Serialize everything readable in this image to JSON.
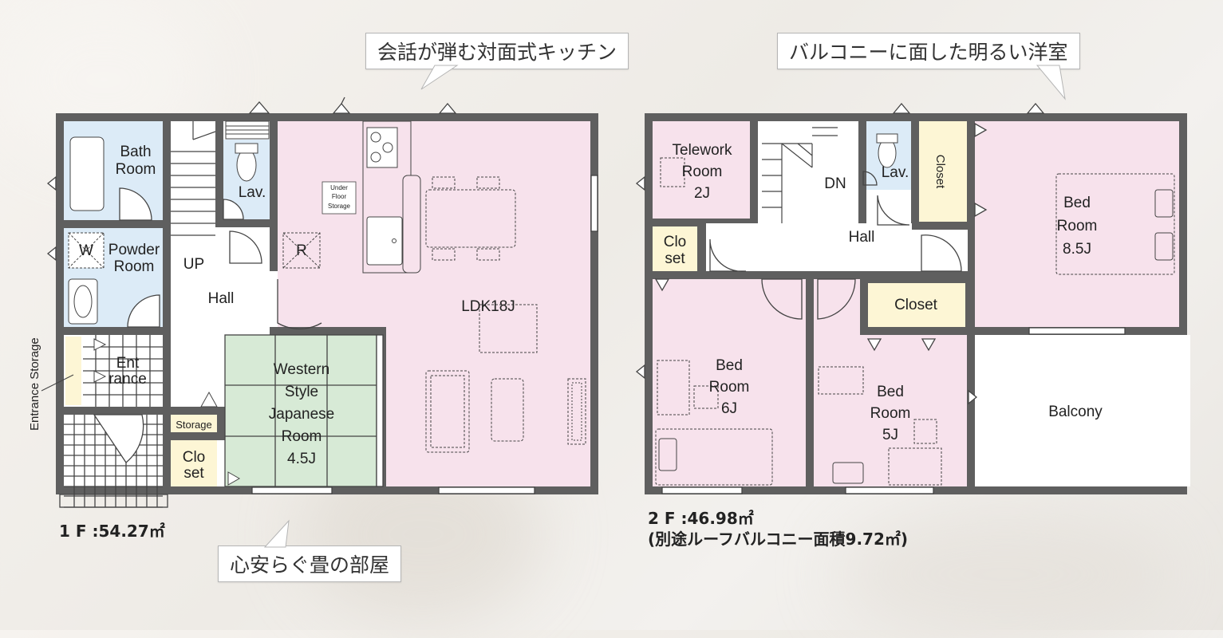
{
  "callouts": {
    "kitchen": "会話が弾む対面式キッチン",
    "bedroom": "バルコニーに面した明るい洋室",
    "tatami": "心安らぐ畳の部屋"
  },
  "floor1": {
    "area": "1 F :54.27㎡",
    "rooms": {
      "bath": [
        "Bath",
        "Room"
      ],
      "powder": [
        "Powder",
        "Room"
      ],
      "washer": "W",
      "lav": "Lav.",
      "up": "UP",
      "hall": "Hall",
      "under_floor": [
        "Under",
        "Floor",
        "Storage"
      ],
      "fridge": "R",
      "ldk": "LDK18J",
      "entrance": [
        "Ent",
        "rance"
      ],
      "entrance_storage": "Entrance Storage",
      "storage": "Storage",
      "closet": [
        "Clo",
        "set"
      ],
      "japanese": [
        "Western",
        "Style",
        "Japanese",
        "Room",
        "4.5J"
      ]
    }
  },
  "floor2": {
    "area_line1": "2 F :46.98㎡",
    "area_line2": "(別途ルーフバルコニー面積9.72㎡)",
    "rooms": {
      "telework": [
        "Telework",
        "Room",
        "2J"
      ],
      "dn": "DN",
      "lav": "Lav.",
      "hall": "Hall",
      "closet_small": [
        "Clo",
        "set"
      ],
      "closet_vertical": "Closet",
      "closet_mid": "Closet",
      "bed85": [
        "Bed",
        "Room",
        "8.5J"
      ],
      "bed6": [
        "Bed",
        "Room",
        "6J"
      ],
      "bed5": [
        "Bed",
        "Room",
        "5J"
      ],
      "balcony": "Balcony"
    }
  },
  "colors": {
    "wall": "#5f5f5f",
    "pink": "#f7e2ec",
    "blue": "#dcebf7",
    "green": "#d7ead6",
    "yellow": "#fdf6d5",
    "white": "#ffffff"
  }
}
